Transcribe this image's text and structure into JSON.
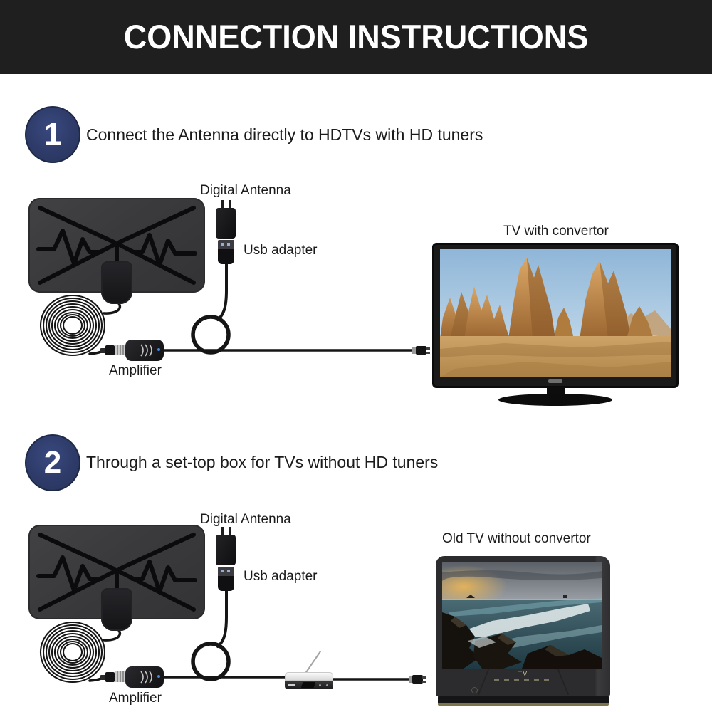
{
  "header": {
    "title": "CONNECTION INSTRUCTIONS"
  },
  "steps": [
    {
      "number": "1",
      "text": "Connect the Antenna directly to HDTVs with HD tuners"
    },
    {
      "number": "2",
      "text": "Through a set-top box for TVs without HD tuners"
    }
  ],
  "labels": {
    "digital_antenna": "Digital Antenna",
    "usb_adapter": "Usb adapter",
    "amplifier": "Amplifier",
    "tv_with_convertor": "TV with convertor",
    "old_tv_without_convertor": "Old TV without convertor",
    "old_tv_logo": "TV"
  },
  "colors": {
    "background": "#ffffff",
    "header_bg": "#1f1f1f",
    "header_text": "#ffffff",
    "step_badge": "#2e3b69",
    "antenna_body": "#3a3a3c",
    "antenna_pattern": "#0b0b0d",
    "cable": "#151515",
    "amplifier_led": "#4a86d8",
    "old_tv_base_trim": "#7c744a"
  }
}
